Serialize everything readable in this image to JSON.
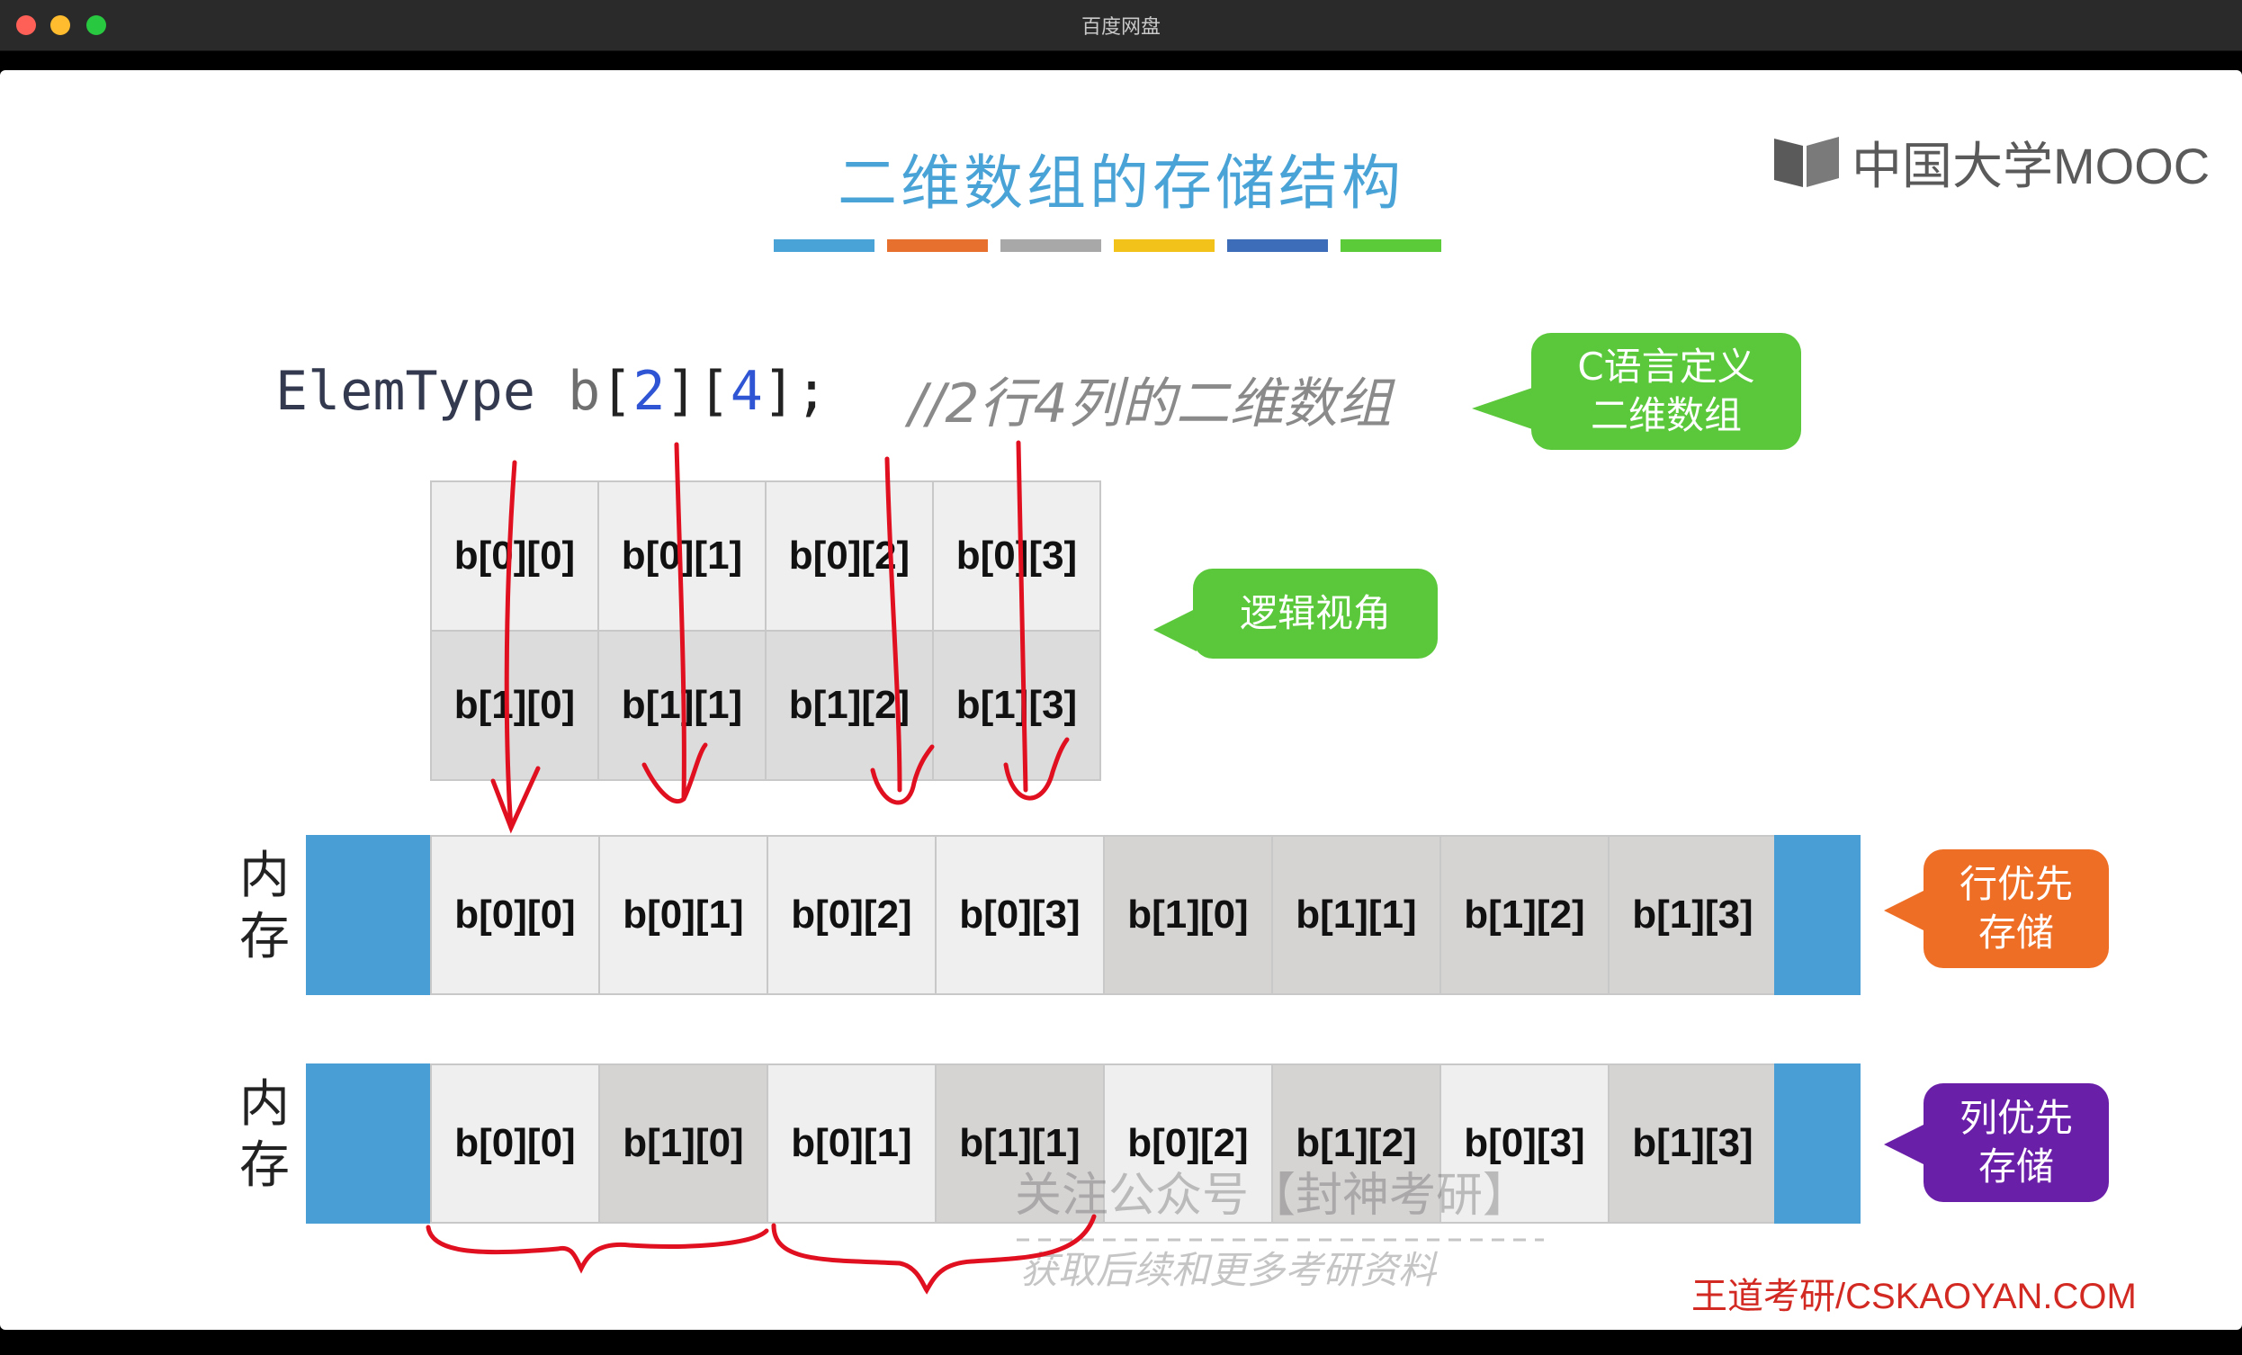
{
  "window": {
    "title": "百度网盘"
  },
  "slide": {
    "title": "二维数组的存储结构",
    "logo": "中国大学MOOC",
    "color_bar": [
      "#4aa3d6",
      "#e8702e",
      "#a8a8a8",
      "#f2c21a",
      "#3d6db8",
      "#5ccb3a"
    ],
    "code": {
      "type": "ElemType",
      "name": "b",
      "dim1": "2",
      "dim2": "4",
      "comment": "//2行4列的二维数组"
    },
    "bubbles": {
      "c_define": "C语言定义\n二维数组",
      "logic_view": "逻辑视角",
      "row_major": "行优先\n存储",
      "col_major": "列优先\n存储"
    },
    "logical_grid": [
      [
        "b[0][0]",
        "b[0][1]",
        "b[0][2]",
        "b[0][3]"
      ],
      [
        "b[1][0]",
        "b[1][1]",
        "b[1][2]",
        "b[1][3]"
      ]
    ],
    "memory_label": "内\n存",
    "row_major_memory": [
      "b[0][0]",
      "b[0][1]",
      "b[0][2]",
      "b[0][3]",
      "b[1][0]",
      "b[1][1]",
      "b[1][2]",
      "b[1][3]"
    ],
    "col_major_memory": [
      "b[0][0]",
      "b[1][0]",
      "b[0][1]",
      "b[1][1]",
      "b[0][2]",
      "b[1][2]",
      "b[0][3]",
      "b[1][3]"
    ],
    "watermark_line1": "关注公众号【封神考研】",
    "watermark_line2": "获取后续和更多考研资料",
    "footer": "王道考研/CSKAOYAN.COM"
  }
}
